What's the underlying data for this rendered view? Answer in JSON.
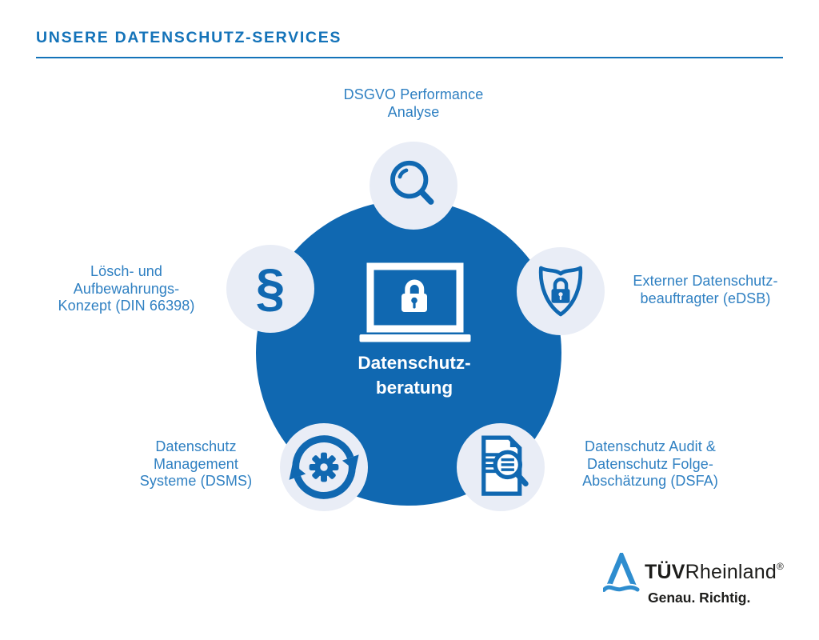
{
  "header": {
    "title": "UNSERE DATENSCHUTZ-SERVICES"
  },
  "diagram": {
    "center": {
      "icon": "laptop-lock-icon",
      "lines": [
        "Datenschutz-",
        "beratung"
      ]
    },
    "nodes": {
      "performance": {
        "icon": "magnifier-icon",
        "lines": [
          "DSGVO Performance",
          "Analyse"
        ]
      },
      "retention": {
        "icon": "section-paragraph-icon",
        "glyph": "§",
        "lines": [
          "Lösch- und",
          "Aufbewahrungs-",
          "Konzept (DIN 66398)"
        ]
      },
      "edsb": {
        "icon": "shield-lock-icon",
        "lines": [
          "Externer Datenschutz-",
          "beauftragter (eDSB)"
        ]
      },
      "dsms": {
        "icon": "gear-sync-icon",
        "lines": [
          "Datenschutz",
          "Management",
          "Systeme (DSMS)"
        ]
      },
      "dsfa": {
        "icon": "document-magnifier-icon",
        "lines": [
          "Datenschutz Audit &",
          "Datenschutz Folge-",
          "Abschätzung (DSFA)"
        ]
      }
    }
  },
  "logo": {
    "brand_bold": "TÜV",
    "brand_regular": "Rheinland",
    "registered_mark": "®",
    "tagline": "Genau. Richtig."
  },
  "colors": {
    "brand_blue": "#1068b1",
    "title_blue": "#1473b9",
    "label_blue": "#2f80c2",
    "satellite_bg": "#e9edf6",
    "logo_triangle_blue": "#2e8dcf",
    "logo_text": "#1d1d1b",
    "background": "#ffffff"
  }
}
